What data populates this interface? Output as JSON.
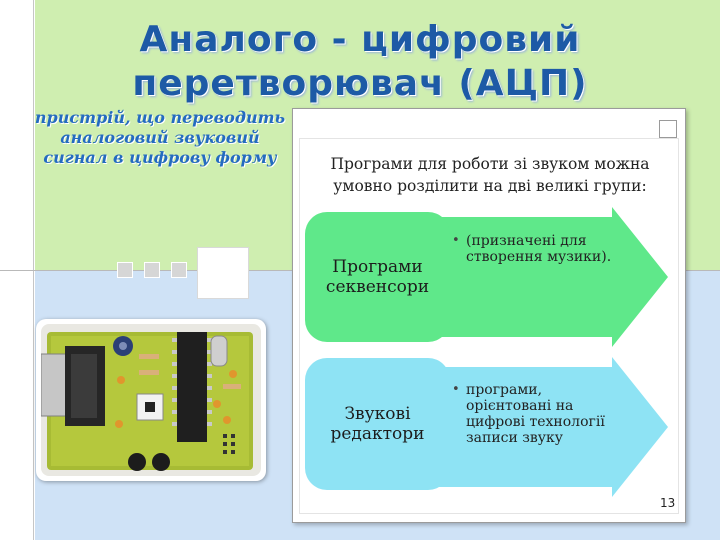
{
  "slide": {
    "title": "Аналого - цифровий перетворювач (АЦП)",
    "subtitle": "пристрій, що переводить аналоговий звуковий сигнал в цифрову форму",
    "intro": "Програми для роботи зі звуком можна умовно розділити на дві великі групи:",
    "groups": [
      {
        "label": "Програми секвенсори",
        "description": "(призначені для створення музики).",
        "color": "#5fe88a"
      },
      {
        "label": "Звукові редактори",
        "description": "програми, орієнтовані на цифрові технології записи звуку",
        "color": "#8ee3f4"
      }
    ],
    "page_number": "13"
  },
  "image": {
    "icon": "circuit-board-photo"
  },
  "colors": {
    "title": "#1d5aa6",
    "subtitle": "#246bc0",
    "top_background": "#cfeeb0",
    "bottom_background": "#cfe2f6"
  }
}
